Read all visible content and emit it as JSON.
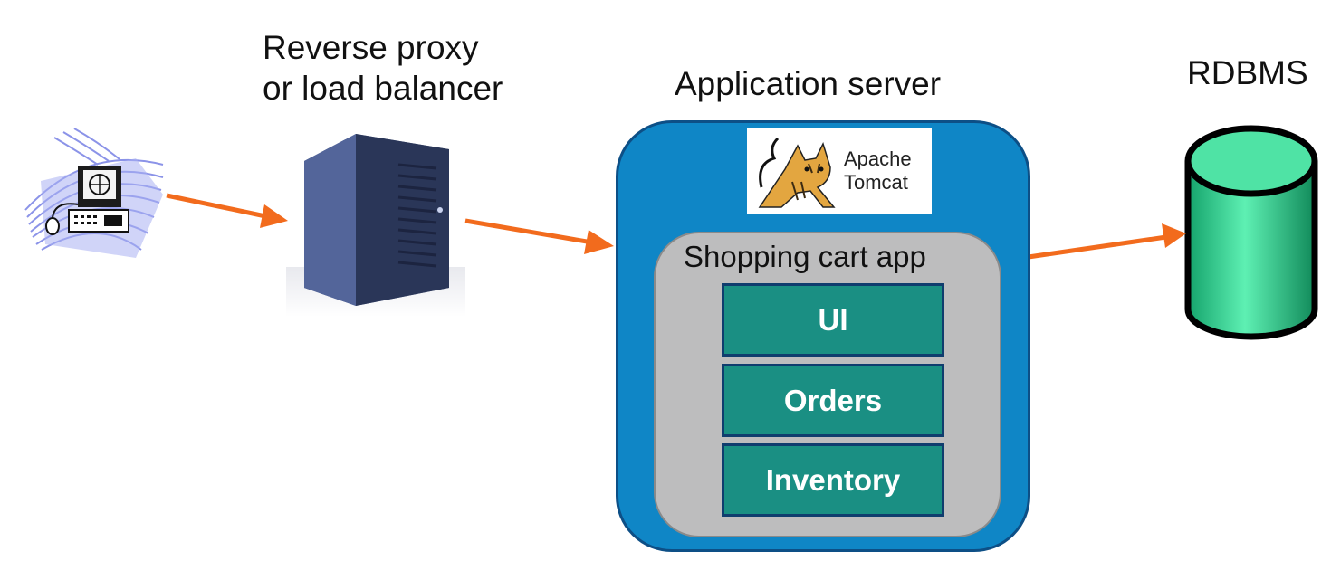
{
  "nodes": {
    "proxy": {
      "label_line1": "Reverse proxy",
      "label_line2": "or load balancer"
    },
    "app_server": {
      "label": "Application server"
    },
    "tomcat": {
      "line1": "Apache",
      "line2": "Tomcat"
    },
    "cart_app": {
      "label": "Shopping cart app"
    },
    "modules": [
      "UI",
      "Orders",
      "Inventory"
    ],
    "db": {
      "label": "RDBMS"
    }
  },
  "icons": [
    "client-computer-icon",
    "server-tower-icon",
    "tomcat-cat-icon",
    "database-cylinder-icon"
  ],
  "colors": {
    "arrow": "#f26b1d",
    "app_server_fill": "#0f86c6",
    "app_server_border": "#0d4f86",
    "cart_fill": "#bdbdbe",
    "module_fill": "#1a8f83",
    "module_border": "#0f3d6e",
    "db_fill": "#2fcf8e"
  }
}
